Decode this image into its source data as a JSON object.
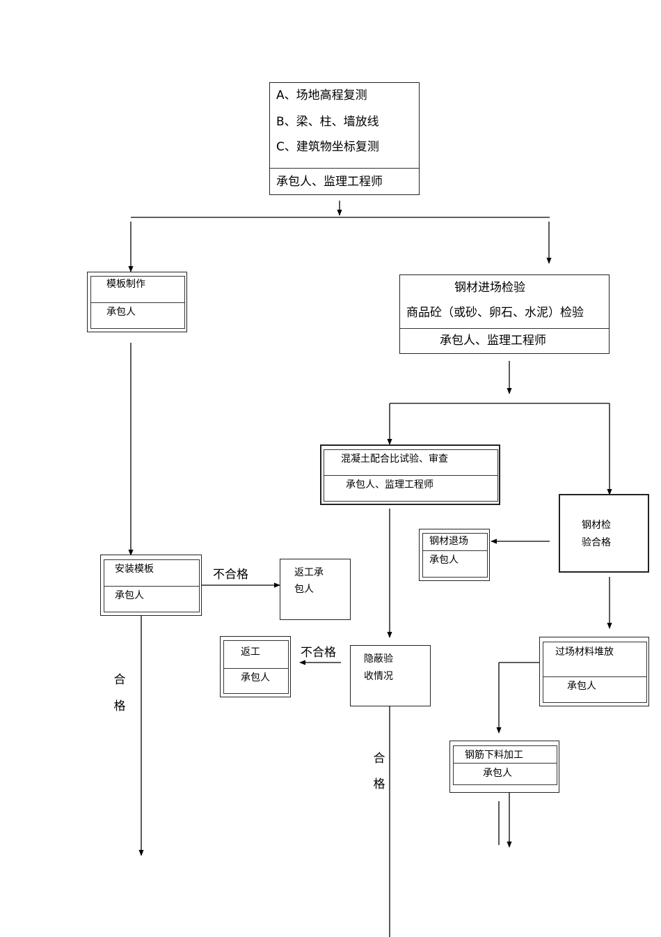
{
  "survey": {
    "line_a": "A、场地高程复测",
    "line_b": "B、梁、柱、墙放线",
    "line_c": "C、建筑物坐标复测",
    "responsible": "承包人、监理工程师"
  },
  "formwork_make": {
    "title": "模板制作",
    "responsible": "承包人"
  },
  "steel_inspect": {
    "line1": "钢材进场检验",
    "line2": "商品砼（或砂、卵石、水泥）检验",
    "responsible": "承包人、监理工程师"
  },
  "concrete_mix": {
    "title": "混凝土配合比试验、审查",
    "responsible": "承包人、监理工程师"
  },
  "steel_pass": {
    "line1": "钢材检",
    "line2": "验合格"
  },
  "steel_return": {
    "title": "钢材退场",
    "responsible": "承包人"
  },
  "install_formwork": {
    "title": "安装模板",
    "responsible": "承包人"
  },
  "rework1": {
    "line1": "返工承",
    "line2": "包人"
  },
  "rework2": {
    "title": "返工",
    "responsible": "承包人"
  },
  "hidden_accept": {
    "line1": "隐蔽验",
    "line2": "收情况"
  },
  "material_store": {
    "title": "过场材料堆放",
    "responsible": "承包人"
  },
  "rebar_cut": {
    "title": "钢筋下料加工",
    "responsible": "承包人"
  },
  "labels": {
    "fail1": "不合格",
    "fail2": "不合格",
    "pass_left_1": "合",
    "pass_left_2": "格",
    "pass_mid_1": "合",
    "pass_mid_2": "格"
  }
}
